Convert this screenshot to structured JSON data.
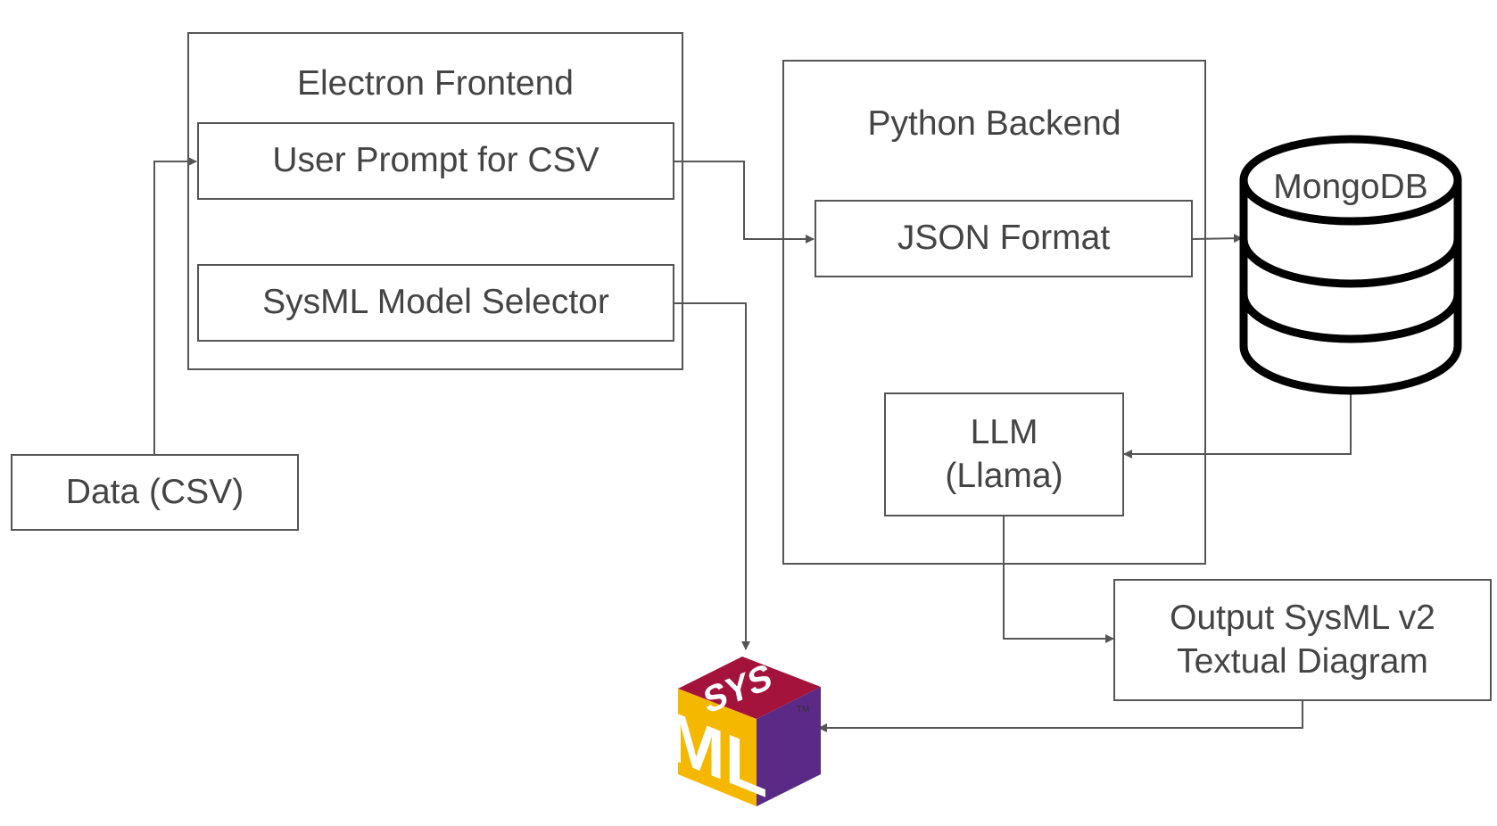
{
  "frontend": {
    "title": "Electron Frontend",
    "user_prompt": "User Prompt for CSV",
    "model_selector": "SysML Model Selector"
  },
  "backend": {
    "title": "Python Backend",
    "json_format": "JSON Format",
    "llm_line1": "LLM",
    "llm_line2": "(Llama)"
  },
  "data_source": "Data (CSV)",
  "database": "MongoDB",
  "output": {
    "line1": "Output SysML v2",
    "line2": "Textual Diagram"
  },
  "logo": {
    "top_text": "SYS",
    "bottom_text": "ML",
    "trademark": "TM",
    "colors": {
      "top": "#a4133c",
      "left": "#f5b800",
      "right": "#5b2a86"
    }
  },
  "colors": {
    "border": "#555555",
    "text": "#444444",
    "arrow": "#555555"
  }
}
